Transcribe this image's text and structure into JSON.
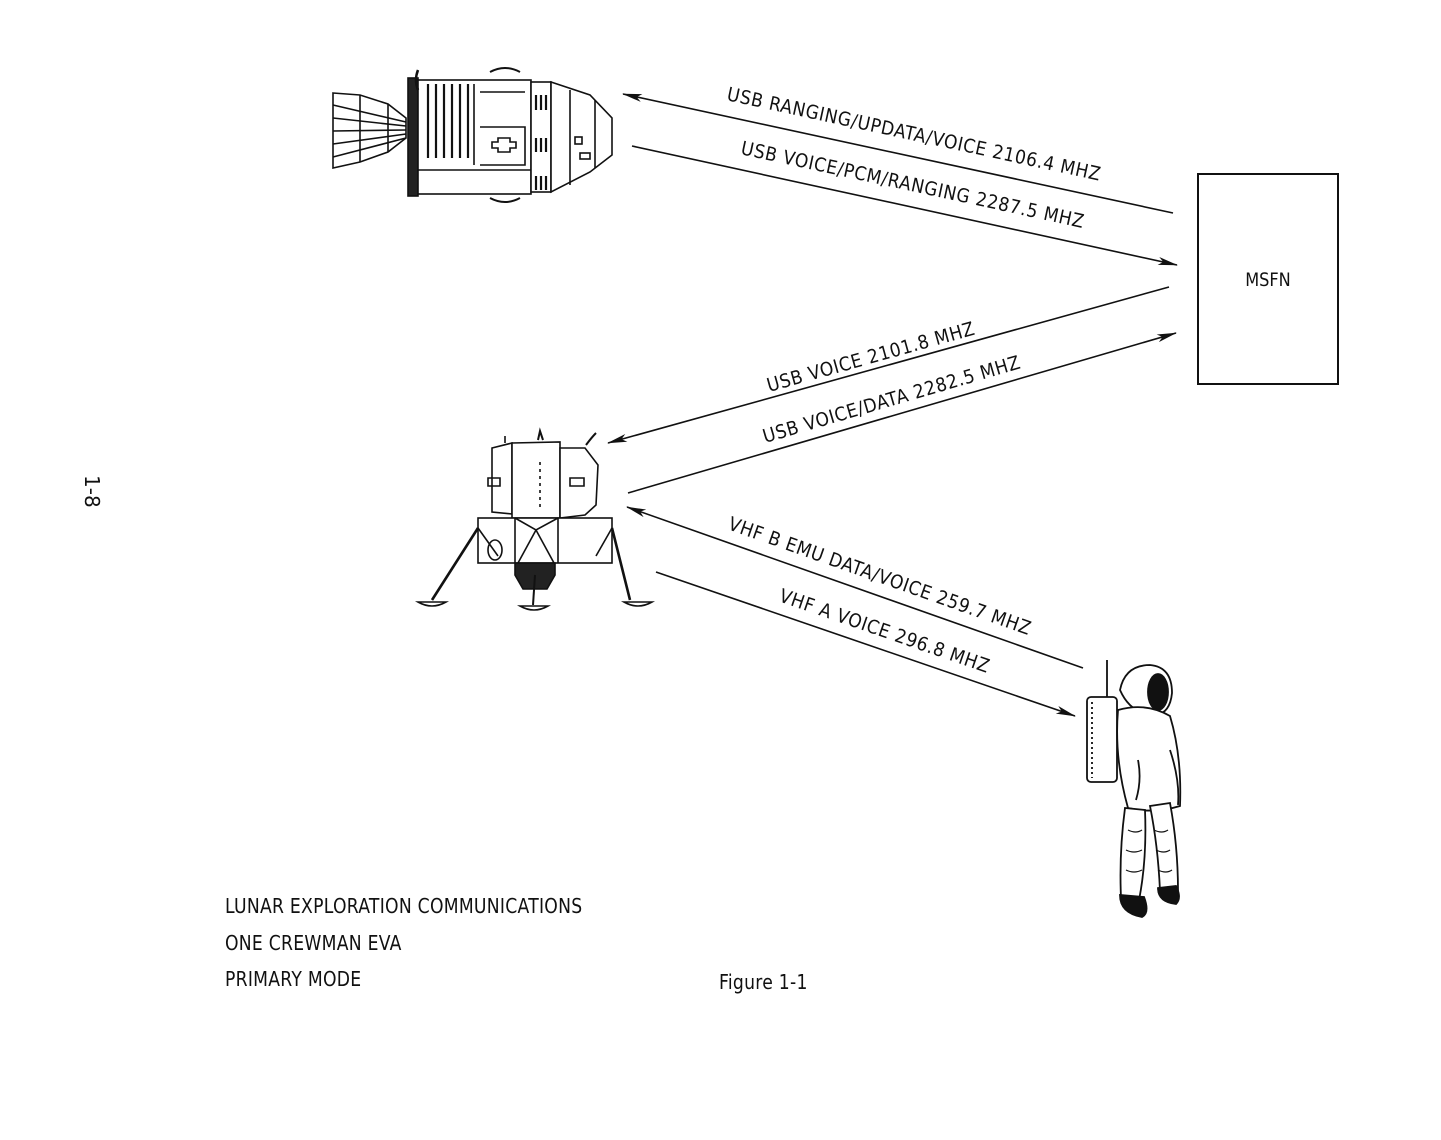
{
  "page_number": "1-8",
  "nodes": {
    "csm": {
      "name": "Command/Service Module"
    },
    "lm": {
      "name": "Lunar Module"
    },
    "msfn": {
      "label": "MSFN"
    },
    "eva": {
      "name": "EVA Crewman"
    }
  },
  "links": [
    {
      "id": "csm-uplink",
      "from": "msfn",
      "to": "csm",
      "label": "USB RANGING/UPDATA/VOICE 2106.4 MHZ"
    },
    {
      "id": "csm-downlink",
      "from": "csm",
      "to": "msfn",
      "label": "USB VOICE/PCM/RANGING 2287.5 MHZ"
    },
    {
      "id": "lm-uplink",
      "from": "msfn",
      "to": "lm",
      "label": "USB VOICE 2101.8 MHZ"
    },
    {
      "id": "lm-downlink",
      "from": "lm",
      "to": "msfn",
      "label": "USB VOICE/DATA 2282.5 MHZ"
    },
    {
      "id": "vhf-b",
      "from": "eva",
      "to": "lm",
      "label": "VHF B EMU DATA/VOICE 259.7 MHZ"
    },
    {
      "id": "vhf-a",
      "from": "lm",
      "to": "eva",
      "label": "VHF A VOICE 296.8 MHZ"
    }
  ],
  "caption": {
    "lines": [
      "LUNAR EXPLORATION COMMUNICATIONS",
      "ONE CREWMAN EVA",
      "PRIMARY MODE"
    ],
    "figure": "Figure 1-1"
  }
}
